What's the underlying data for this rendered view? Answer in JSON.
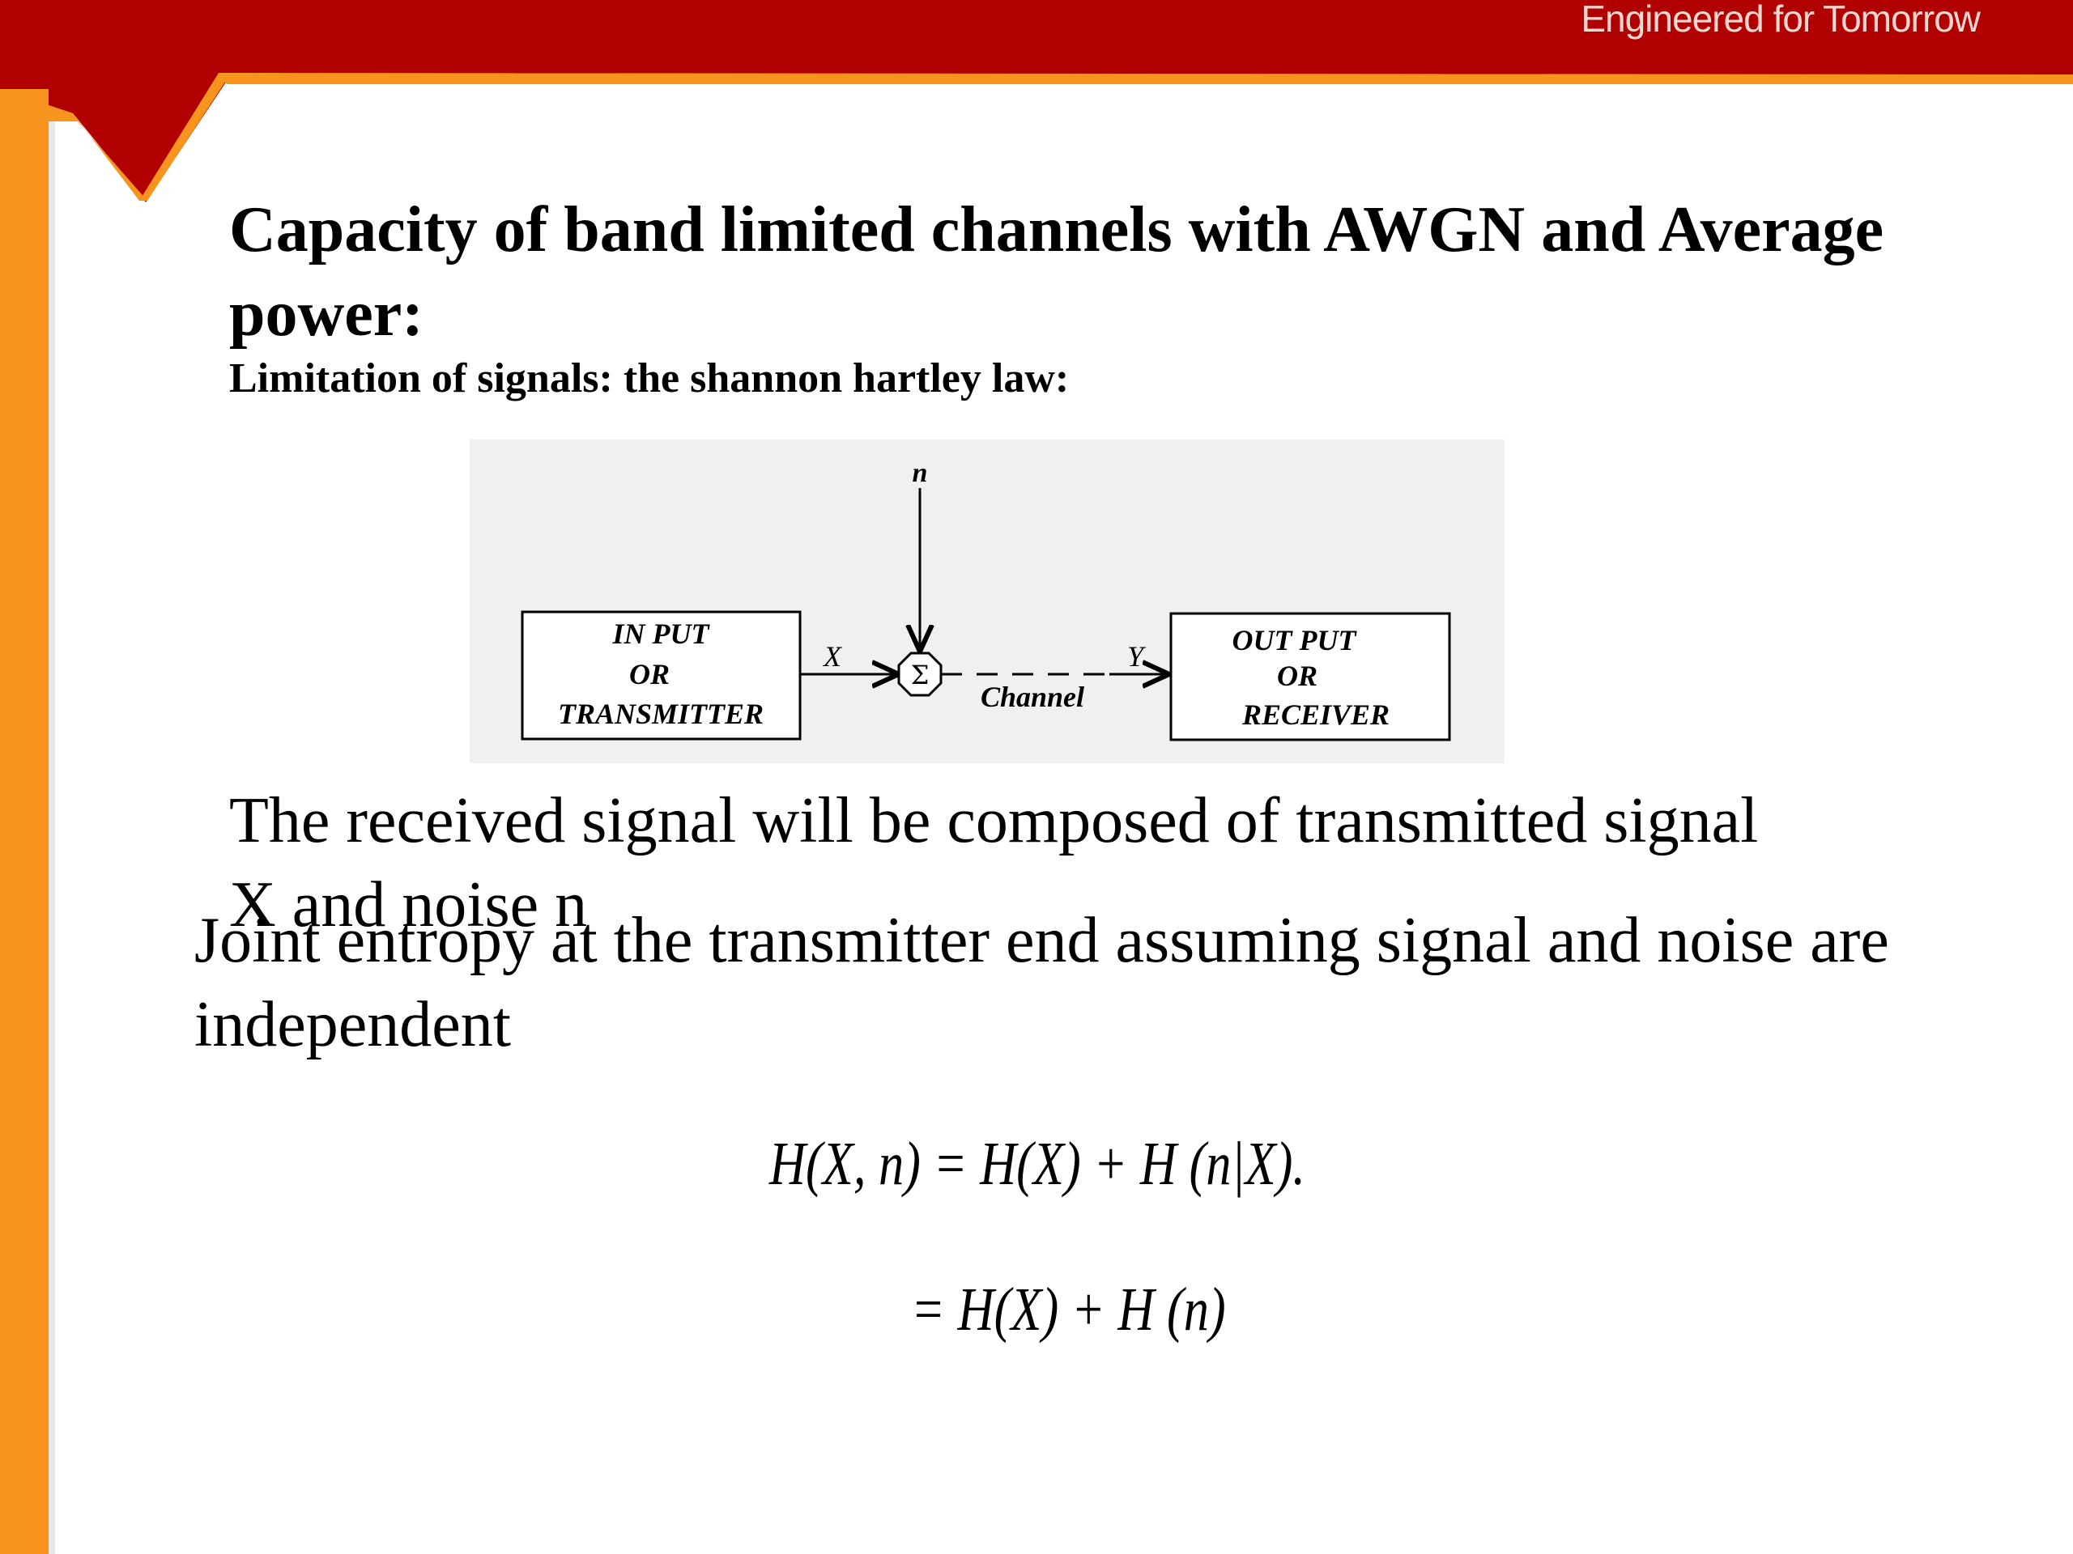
{
  "header": {
    "tagline": "Engineered for Tomorrow",
    "colors": {
      "banner": "#b00000",
      "accent": "#f7941d"
    }
  },
  "slide": {
    "title": "Capacity of band limited channels with AWGN and Average power:",
    "subtitle": "Limitation of signals: the shannon hartley law:",
    "paragraph1": "The received signal will be composed of transmitted signal X and noise n",
    "paragraph2": "Joint entropy at the transmitter end assuming  signal and noise are independent",
    "equation1": "H(X, n) = H(X) + H (n|X).",
    "equation2": "= H(X) + H (n)"
  },
  "diagram": {
    "input_lines": [
      "IN PUT",
      "OR",
      "TRANSMITTER"
    ],
    "output_lines": [
      "OUT PUT",
      "OR",
      "RECEIVER"
    ],
    "noise_label": "n",
    "x_label": "X",
    "y_label": "Y",
    "sum_symbol": "Σ",
    "channel_label": "Channel"
  }
}
